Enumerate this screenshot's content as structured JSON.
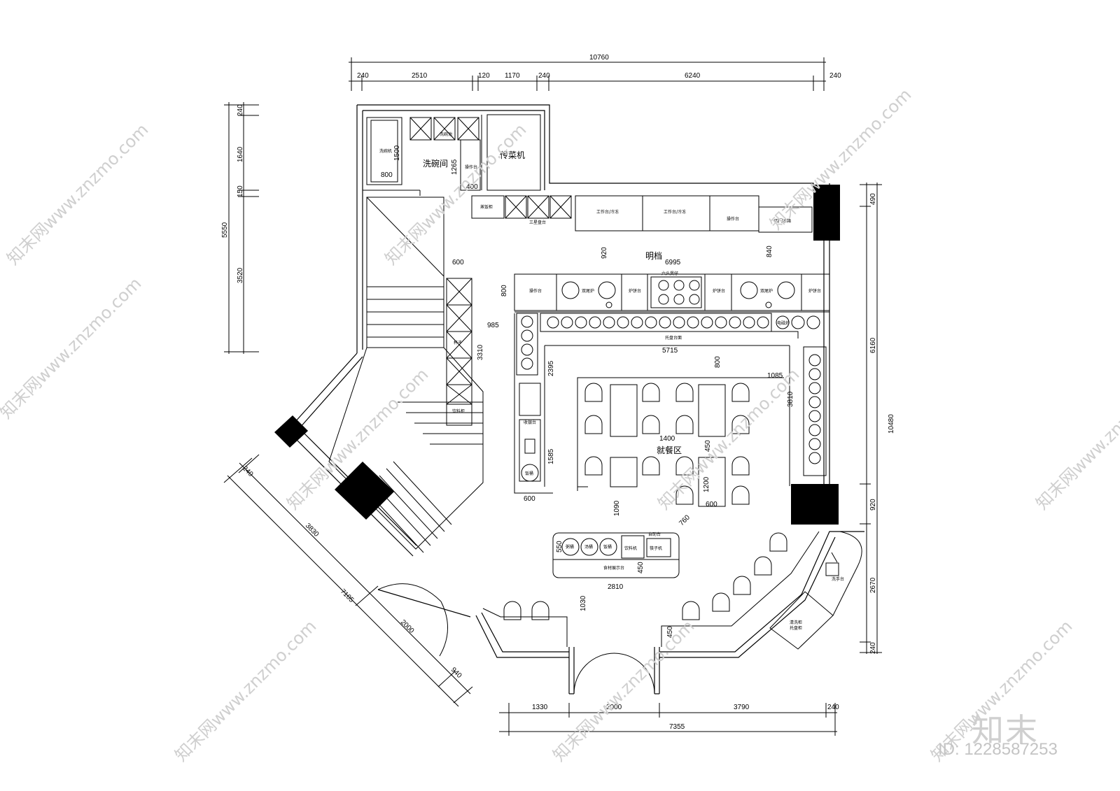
{
  "rooms": {
    "dishwashing": "洗碗间",
    "dumbwaiter": "传菜机",
    "open_kitchen": "明档",
    "dining_area": "就餐区"
  },
  "equipment": {
    "dishwasher": "洗碗机",
    "sink_label": "洗碗池",
    "work_table_small": "操作台",
    "rice_steamer": "蒸饭柜",
    "triple_sink": "三星盘台",
    "worktable_fridge_1": "工作台/冷冻",
    "worktable_fridge_2": "工作台/冷冻",
    "work_table_right": "操作台",
    "four_door_fridge": "四门冰箱",
    "work_table_line": "操作台",
    "double_stove_1": "双尾炉",
    "griddle_1": "炉饼台",
    "six_burner": "六头煲仔",
    "griddle_2": "炉饼台",
    "double_stove_2": "双尾炉",
    "griddle_3": "炉饼台",
    "tray_counter": "托盘台面",
    "electric_stove": "电磁炉",
    "cup_shelf": "杯子",
    "drink_cabinet": "饮料柜",
    "cashier": "收银台",
    "rice_bucket": "饭桶",
    "porridge": "粥桶",
    "soup": "汤桶",
    "rice": "饭桶",
    "drinks_machine": "饮料机",
    "self_service": "自助台",
    "chopsticks": "筷子机",
    "food_display": "食材展示台",
    "clean_tray": "洗手台",
    "return_counter_1": "清洗柜",
    "return_counter_2": "托盘柜"
  },
  "dimensions": {
    "top_total": "10760",
    "top_segments": [
      "240",
      "2510",
      "120",
      "1170",
      "240",
      "6240",
      "240"
    ],
    "left_total": "5550",
    "left_segments": [
      "240",
      "1640",
      "150",
      "3520"
    ],
    "right_total": "10480",
    "right_segments": [
      "490",
      "6160",
      "920",
      "2670",
      "240"
    ],
    "bottom_total": "7355",
    "bottom_segments": [
      "1330",
      "2000",
      "3790",
      "240"
    ],
    "diag_left": "7105",
    "diag_inner": "3830",
    "diag_door": "2000",
    "diag_940": "940",
    "diag_240": "240",
    "inner": {
      "d1500": "1500",
      "d800a": "800",
      "d1265": "1265",
      "d400": "400",
      "d920": "920",
      "d6995": "6995",
      "d840": "840",
      "d600a": "600",
      "d800b": "800",
      "d985": "985",
      "d3310": "3310",
      "d5715": "5715",
      "d2395": "2395",
      "d800c": "800",
      "d1085": "1085",
      "d3810": "3810",
      "d1400": "1400",
      "d450a": "450",
      "d1585": "1585",
      "d600b": "600",
      "d1200": "1200",
      "d600c": "600",
      "d1090": "1090",
      "d760": "760",
      "d550": "550",
      "d450b": "450",
      "d2810": "2810",
      "d1030": "1030",
      "d450c": "450"
    }
  },
  "watermark": "知末网www.znzmo.com",
  "brand": "知末",
  "image_id": "ID: 1228587253"
}
